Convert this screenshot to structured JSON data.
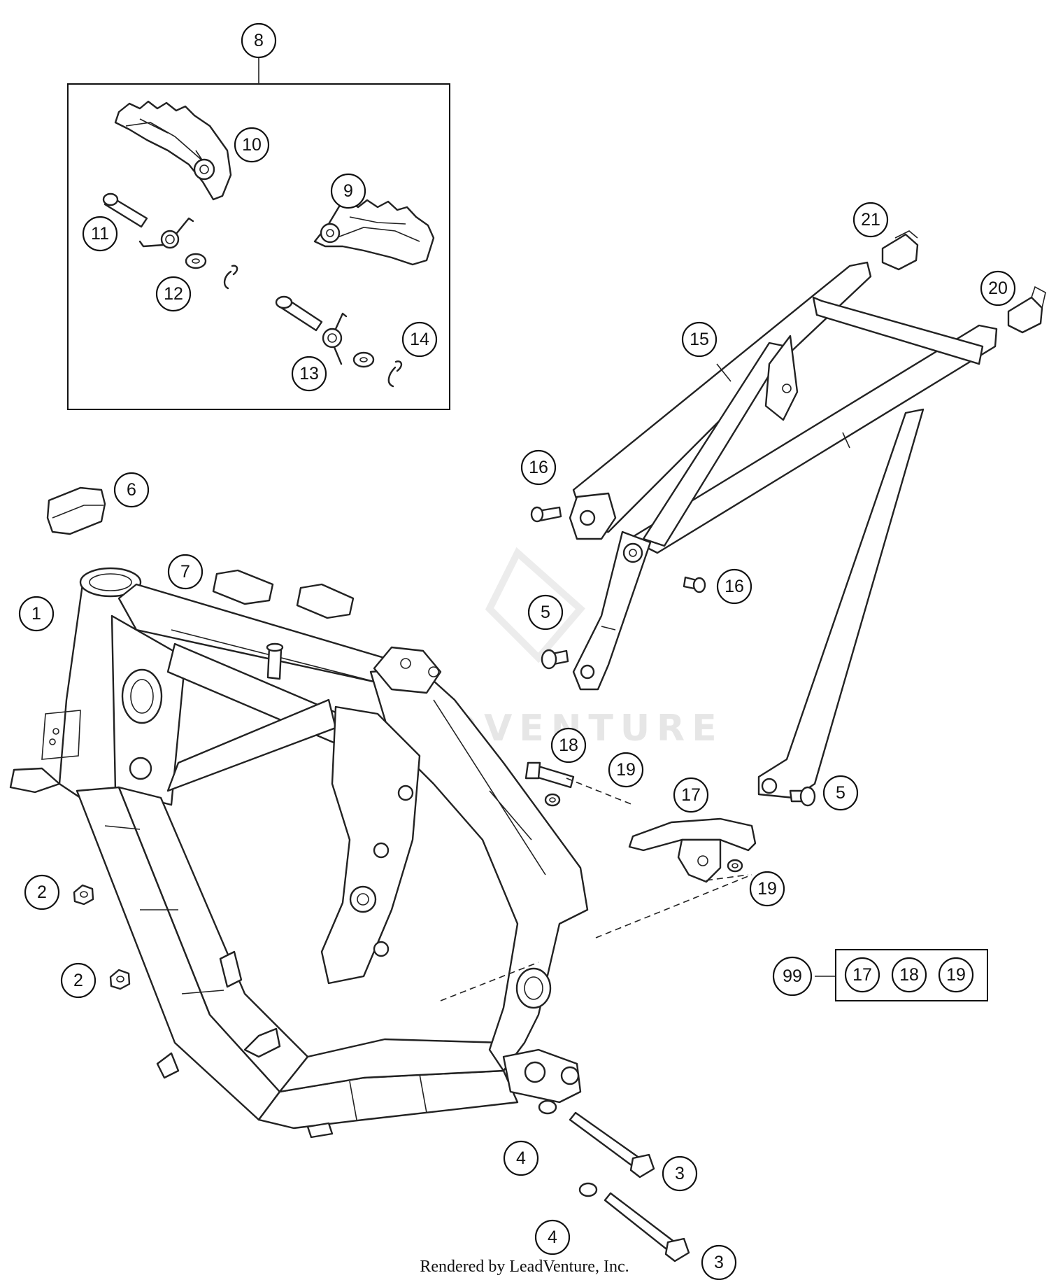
{
  "diagram": {
    "credit": "Rendered by LeadVenture, Inc.",
    "watermark": "LEADVENTURE",
    "callouts": {
      "c1": "1",
      "c2a": "2",
      "c2b": "2",
      "c3a": "3",
      "c3b": "3",
      "c4a": "4",
      "c4b": "4",
      "c5a": "5",
      "c5b": "5",
      "c6": "6",
      "c7": "7",
      "c8": "8",
      "c9": "9",
      "c10": "10",
      "c11": "11",
      "c12": "12",
      "c13": "13",
      "c14": "14",
      "c15": "15",
      "c16a": "16",
      "c16b": "16",
      "c17": "17",
      "c18": "18",
      "c19a": "19",
      "c19b": "19",
      "c20": "20",
      "c21": "21"
    },
    "kit": {
      "number": "99",
      "items": [
        "17",
        "18",
        "19"
      ]
    }
  }
}
